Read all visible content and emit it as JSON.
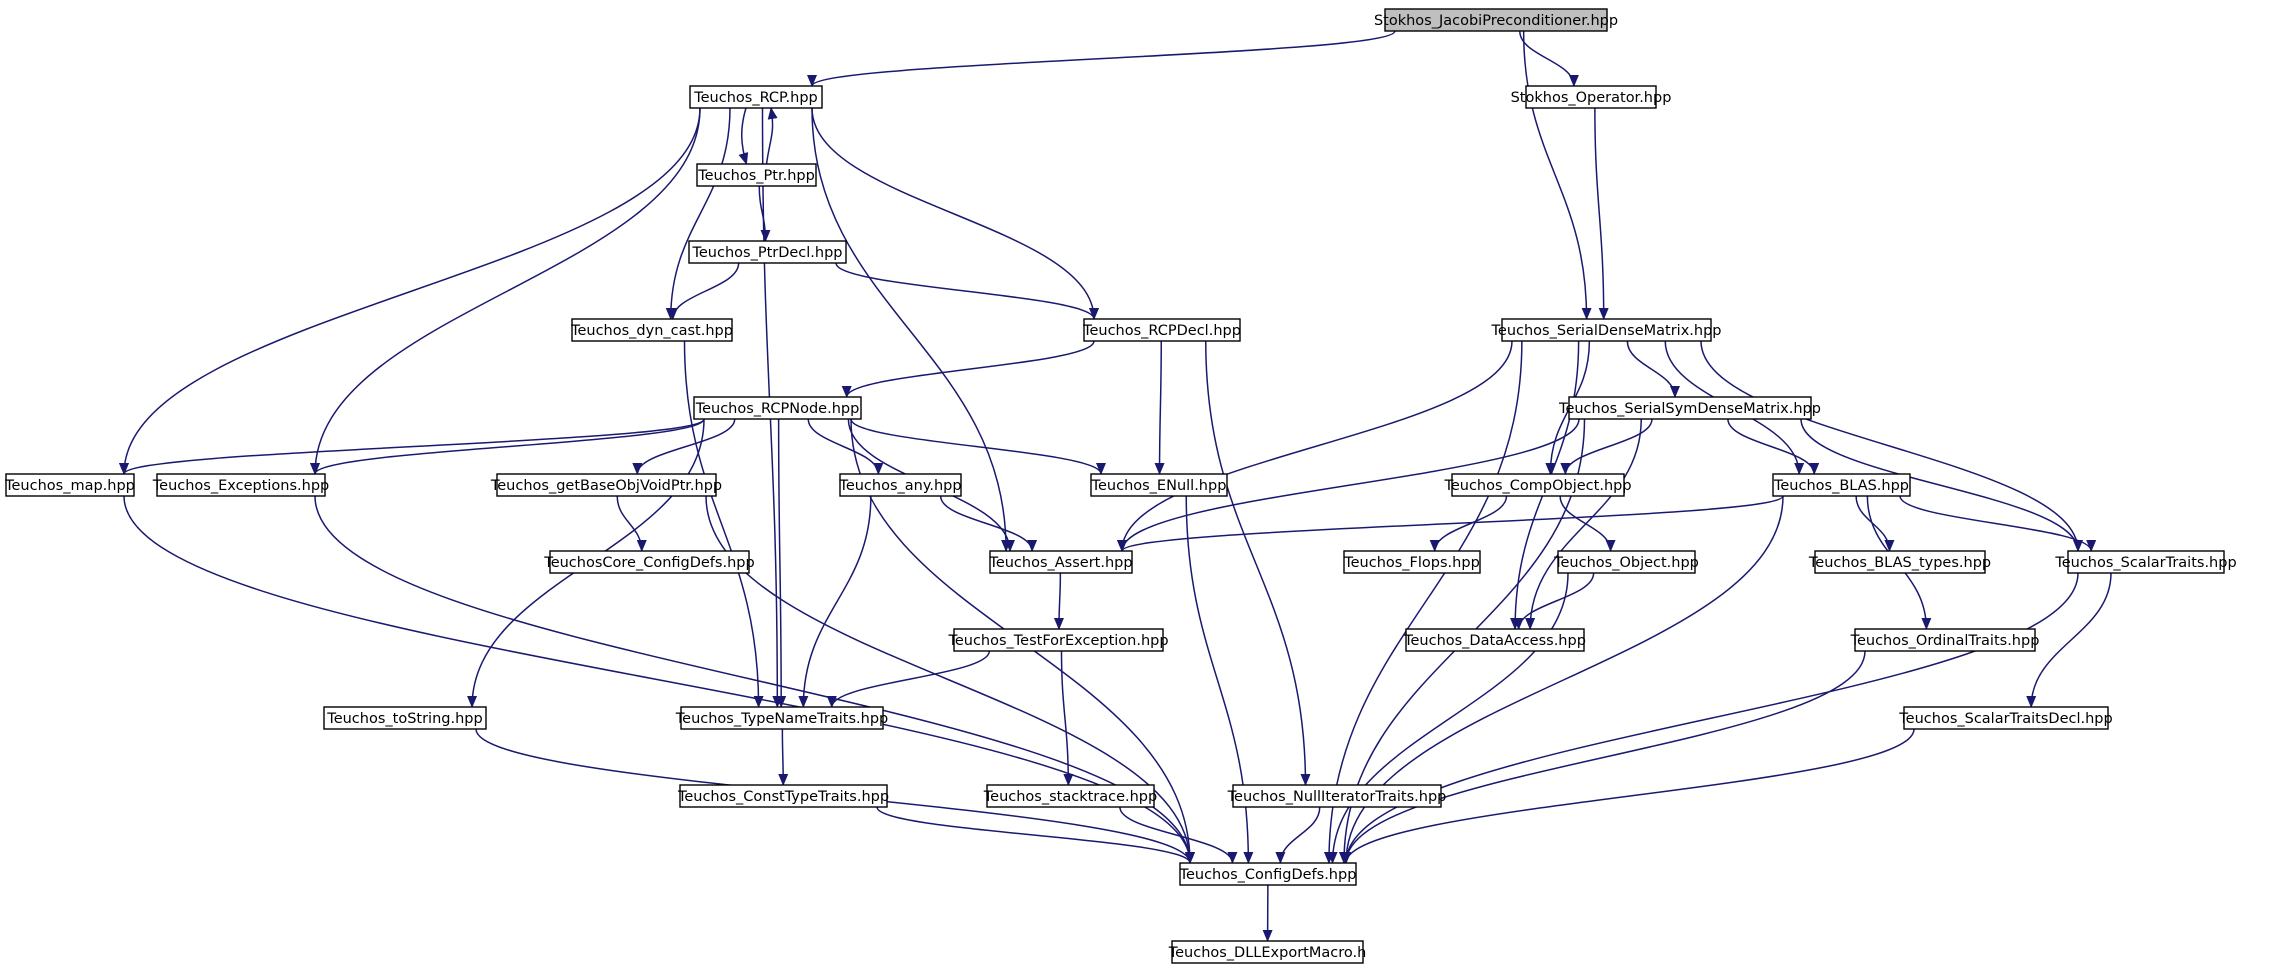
{
  "diagram": {
    "colors": {
      "edge": "#191970",
      "root_fill": "#bfbfbf",
      "node_fill": "#ffffff",
      "border": "#000000"
    },
    "nodes": [
      {
        "id": "jacobi",
        "label": "Stokhos_JacobiPreconditioner.hpp"
      },
      {
        "id": "rcp",
        "label": "Teuchos_RCP.hpp"
      },
      {
        "id": "operator",
        "label": "Stokhos_Operator.hpp"
      },
      {
        "id": "ptr",
        "label": "Teuchos_Ptr.hpp"
      },
      {
        "id": "ptrdecl",
        "label": "Teuchos_PtrDecl.hpp"
      },
      {
        "id": "dyncast",
        "label": "Teuchos_dyn_cast.hpp"
      },
      {
        "id": "rcpdecl",
        "label": "Teuchos_RCPDecl.hpp"
      },
      {
        "id": "sdm",
        "label": "Teuchos_SerialDenseMatrix.hpp"
      },
      {
        "id": "rcpnode",
        "label": "Teuchos_RCPNode.hpp"
      },
      {
        "id": "ssdm",
        "label": "Teuchos_SerialSymDenseMatrix.hpp"
      },
      {
        "id": "map",
        "label": "Teuchos_map.hpp"
      },
      {
        "id": "exceptions",
        "label": "Teuchos_Exceptions.hpp"
      },
      {
        "id": "getbase",
        "label": "Teuchos_getBaseObjVoidPtr.hpp"
      },
      {
        "id": "any",
        "label": "Teuchos_any.hpp"
      },
      {
        "id": "enull",
        "label": "Teuchos_ENull.hpp"
      },
      {
        "id": "compobject",
        "label": "Teuchos_CompObject.hpp"
      },
      {
        "id": "blas",
        "label": "Teuchos_BLAS.hpp"
      },
      {
        "id": "coreconfig",
        "label": "TeuchosCore_ConfigDefs.hpp"
      },
      {
        "id": "assert",
        "label": "Teuchos_Assert.hpp"
      },
      {
        "id": "flops",
        "label": "Teuchos_Flops.hpp"
      },
      {
        "id": "object",
        "label": "Teuchos_Object.hpp"
      },
      {
        "id": "blastypes",
        "label": "Teuchos_BLAS_types.hpp"
      },
      {
        "id": "scalartraits",
        "label": "Teuchos_ScalarTraits.hpp"
      },
      {
        "id": "testforexc",
        "label": "Teuchos_TestForException.hpp"
      },
      {
        "id": "dataaccess",
        "label": "Teuchos_DataAccess.hpp"
      },
      {
        "id": "ordinaltraits",
        "label": "Teuchos_OrdinalTraits.hpp"
      },
      {
        "id": "tostring",
        "label": "Teuchos_toString.hpp"
      },
      {
        "id": "typenametraits",
        "label": "Teuchos_TypeNameTraits.hpp"
      },
      {
        "id": "scalartraitsdecl",
        "label": "Teuchos_ScalarTraitsDecl.hpp"
      },
      {
        "id": "consttypetraits",
        "label": "Teuchos_ConstTypeTraits.hpp"
      },
      {
        "id": "stacktrace",
        "label": "Teuchos_stacktrace.hpp"
      },
      {
        "id": "nulliter",
        "label": "Teuchos_NullIteratorTraits.hpp"
      },
      {
        "id": "configdefs",
        "label": "Teuchos_ConfigDefs.hpp"
      },
      {
        "id": "dllexport",
        "label": "Teuchos_DLLExportMacro.h"
      }
    ],
    "edges": [
      [
        "jacobi",
        "rcp"
      ],
      [
        "jacobi",
        "operator"
      ],
      [
        "jacobi",
        "sdm"
      ],
      [
        "operator",
        "sdm"
      ],
      [
        "rcp",
        "ptr"
      ],
      [
        "ptr",
        "rcp"
      ],
      [
        "rcp",
        "dyncast"
      ],
      [
        "rcp",
        "rcpdecl"
      ],
      [
        "rcp",
        "assert"
      ],
      [
        "rcp",
        "map"
      ],
      [
        "rcp",
        "exceptions"
      ],
      [
        "rcp",
        "typenametraits"
      ],
      [
        "ptr",
        "ptrdecl"
      ],
      [
        "ptrdecl",
        "dyncast"
      ],
      [
        "ptrdecl",
        "rcpdecl"
      ],
      [
        "dyncast",
        "typenametraits"
      ],
      [
        "rcpdecl",
        "rcpnode"
      ],
      [
        "rcpdecl",
        "enull"
      ],
      [
        "rcpdecl",
        "nulliter"
      ],
      [
        "rcpnode",
        "map"
      ],
      [
        "rcpnode",
        "exceptions"
      ],
      [
        "rcpnode",
        "getbase"
      ],
      [
        "rcpnode",
        "any"
      ],
      [
        "rcpnode",
        "enull"
      ],
      [
        "rcpnode",
        "assert"
      ],
      [
        "rcpnode",
        "typenametraits"
      ],
      [
        "rcpnode",
        "tostring"
      ],
      [
        "rcpnode",
        "configdefs"
      ],
      [
        "sdm",
        "ssdm"
      ],
      [
        "sdm",
        "compobject"
      ],
      [
        "sdm",
        "blas"
      ],
      [
        "sdm",
        "scalartraits"
      ],
      [
        "sdm",
        "assert"
      ],
      [
        "sdm",
        "dataaccess"
      ],
      [
        "sdm",
        "configdefs"
      ],
      [
        "ssdm",
        "compobject"
      ],
      [
        "ssdm",
        "blas"
      ],
      [
        "ssdm",
        "scalartraits"
      ],
      [
        "ssdm",
        "assert"
      ],
      [
        "ssdm",
        "dataaccess"
      ],
      [
        "ssdm",
        "configdefs"
      ],
      [
        "map",
        "configdefs"
      ],
      [
        "exceptions",
        "configdefs"
      ],
      [
        "getbase",
        "coreconfig"
      ],
      [
        "getbase",
        "configdefs"
      ],
      [
        "any",
        "assert"
      ],
      [
        "any",
        "typenametraits"
      ],
      [
        "enull",
        "configdefs"
      ],
      [
        "compobject",
        "flops"
      ],
      [
        "compobject",
        "object"
      ],
      [
        "object",
        "dataaccess"
      ],
      [
        "object",
        "configdefs"
      ],
      [
        "blas",
        "assert"
      ],
      [
        "blas",
        "blastypes"
      ],
      [
        "blas",
        "scalartraits"
      ],
      [
        "blas",
        "ordinaltraits"
      ],
      [
        "blas",
        "configdefs"
      ],
      [
        "assert",
        "testforexc"
      ],
      [
        "testforexc",
        "typenametraits"
      ],
      [
        "testforexc",
        "stacktrace"
      ],
      [
        "scalartraits",
        "scalartraitsdecl"
      ],
      [
        "scalartraits",
        "configdefs"
      ],
      [
        "ordinaltraits",
        "configdefs"
      ],
      [
        "scalartraitsdecl",
        "configdefs"
      ],
      [
        "tostring",
        "configdefs"
      ],
      [
        "typenametraits",
        "consttypetraits"
      ],
      [
        "consttypetraits",
        "configdefs"
      ],
      [
        "stacktrace",
        "configdefs"
      ],
      [
        "nulliter",
        "configdefs"
      ],
      [
        "configdefs",
        "dllexport"
      ]
    ]
  }
}
